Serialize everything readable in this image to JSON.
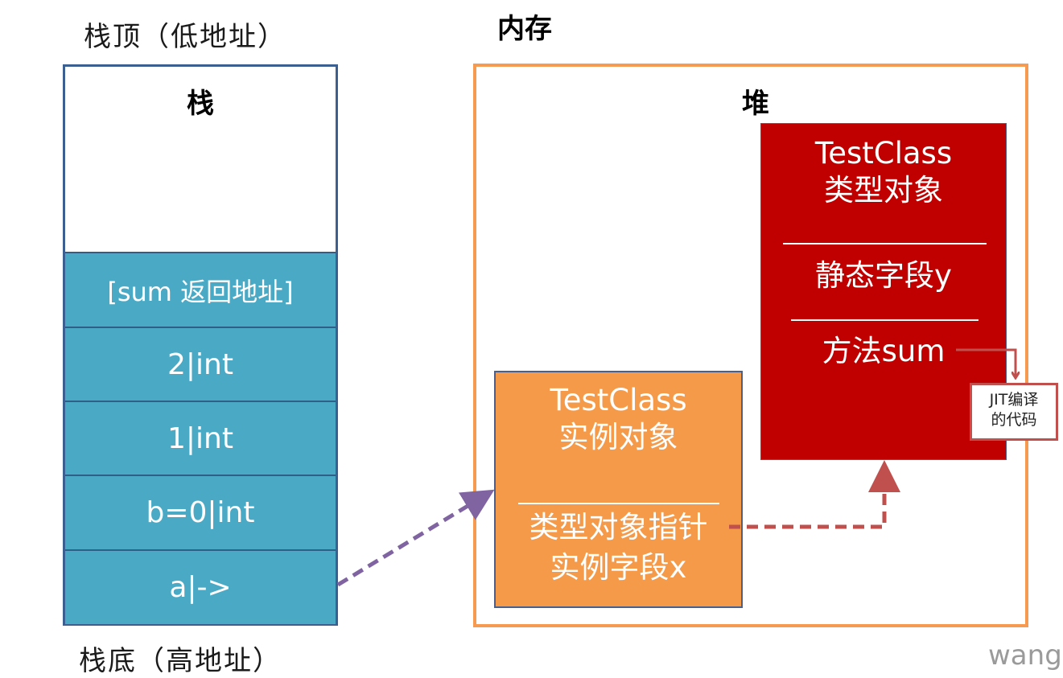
{
  "labels": {
    "stack_top": "栈顶（低地址）",
    "stack_bottom": "栈底（高地址）",
    "memory": "内存",
    "watermark": "wang"
  },
  "stack": {
    "title": "栈",
    "cells": [
      "[sum 返回地址]",
      "2|int",
      "1|int",
      "b=0|int",
      "a|->"
    ]
  },
  "heap": {
    "title": "堆",
    "type_object": {
      "line1": "TestClass",
      "line2": "类型对象",
      "static_field": "静态字段y",
      "method": "方法sum"
    },
    "instance_object": {
      "line1": "TestClass",
      "line2": "实例对象",
      "type_pointer": "类型对象指针",
      "instance_field": "实例字段x"
    },
    "jit": {
      "line1": "JIT编译",
      "line2": "的代码"
    }
  },
  "colors": {
    "stack_cell": "#4aaac6",
    "stack_border": "#3b5f91",
    "heap_border": "#f59a50",
    "type_object": "#c00000",
    "instance_object": "#f59a48",
    "arrow_stack_to_instance": "#8064a2",
    "arrow_pointer": "#c0504d"
  }
}
